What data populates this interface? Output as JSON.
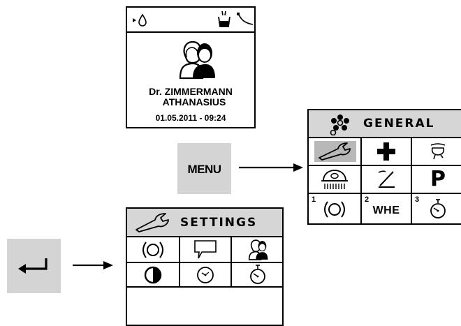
{
  "home_screen": {
    "doctor_title_line": "Dr. ZIMMERMANN",
    "doctor_name_line": "ATHANASIUS",
    "datetime": "01.05.2011 - 09:24",
    "icons": [
      "play-drop-icon",
      "cup-fill-icon",
      "suction-hose-icon",
      "people-icon"
    ]
  },
  "menu_key": {
    "label": "MENU"
  },
  "enter_key": {
    "icon": "enter-arrow-icon"
  },
  "general_menu": {
    "title": "GENERAL",
    "title_icon": "flower-icon",
    "items": [
      {
        "icon": "wrench-icon",
        "selected": true
      },
      {
        "icon": "plus-icon"
      },
      {
        "icon": "spittoon-icon"
      },
      {
        "icon": "operating-light-icon"
      },
      {
        "icon": "instrument-icon"
      },
      {
        "icon": "p-icon",
        "label": "P"
      },
      {
        "icon": "ring-1-icon",
        "num": "1"
      },
      {
        "icon": "whe-icon",
        "num": "2",
        "label": "WHE"
      },
      {
        "icon": "stopwatch-3-icon",
        "num": "3"
      }
    ]
  },
  "settings_menu": {
    "title": "SETTINGS",
    "title_icon": "wrench-icon",
    "items": [
      {
        "icon": "ring-icon"
      },
      {
        "icon": "speech-bubble-icon"
      },
      {
        "icon": "users-icon"
      },
      {
        "icon": "contrast-icon"
      },
      {
        "icon": "clock-icon"
      },
      {
        "icon": "stopwatch-icon"
      }
    ]
  }
}
